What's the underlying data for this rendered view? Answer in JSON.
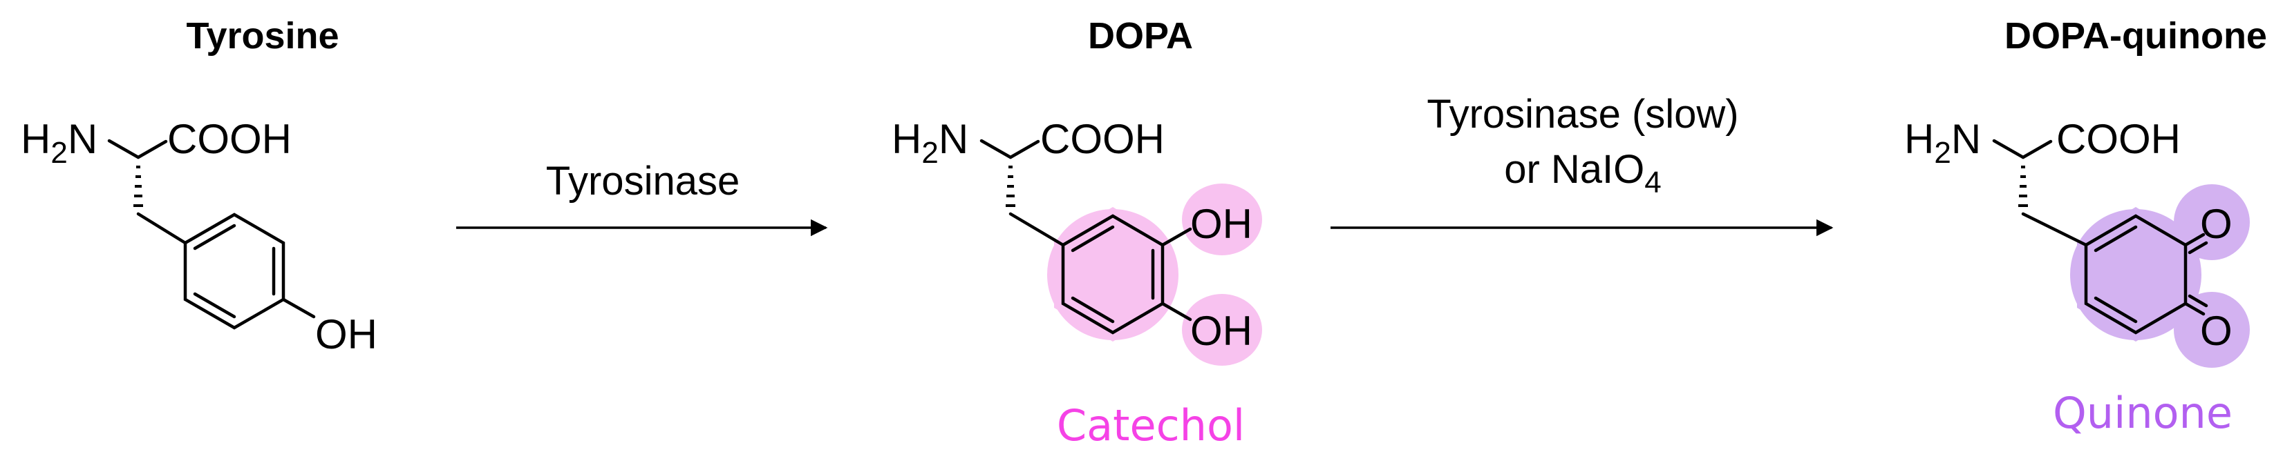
{
  "molecules": {
    "tyrosine": {
      "title": "Tyrosine",
      "amine": "N",
      "acid": "COOH",
      "hydroxyl": "OH"
    },
    "dopa": {
      "title": "DOPA",
      "amine": "N",
      "acid": "COOH",
      "hydroxyl_top": "OH",
      "hydroxyl_bottom": "OH"
    },
    "quinone": {
      "title": "DOPA-quinone",
      "amine": "N",
      "acid": "COOH",
      "oxygen_top": "O",
      "oxygen_bottom": "O"
    }
  },
  "reactions": {
    "step1": {
      "label": "Tyrosinase"
    },
    "step2": {
      "line1": "Tyrosinase (slow)",
      "line2_prefix": "or NaIO",
      "line2_subscript": "4"
    }
  },
  "groups": {
    "catechol": {
      "label": "Catechol",
      "color": "#f542e6",
      "fill": "#f8c2f0"
    },
    "quinone": {
      "label": "Quinone",
      "color": "#b25ff0",
      "fill": "#d3b2f1"
    }
  },
  "hydrogen": {
    "symbol": "H",
    "subscript": "2"
  }
}
